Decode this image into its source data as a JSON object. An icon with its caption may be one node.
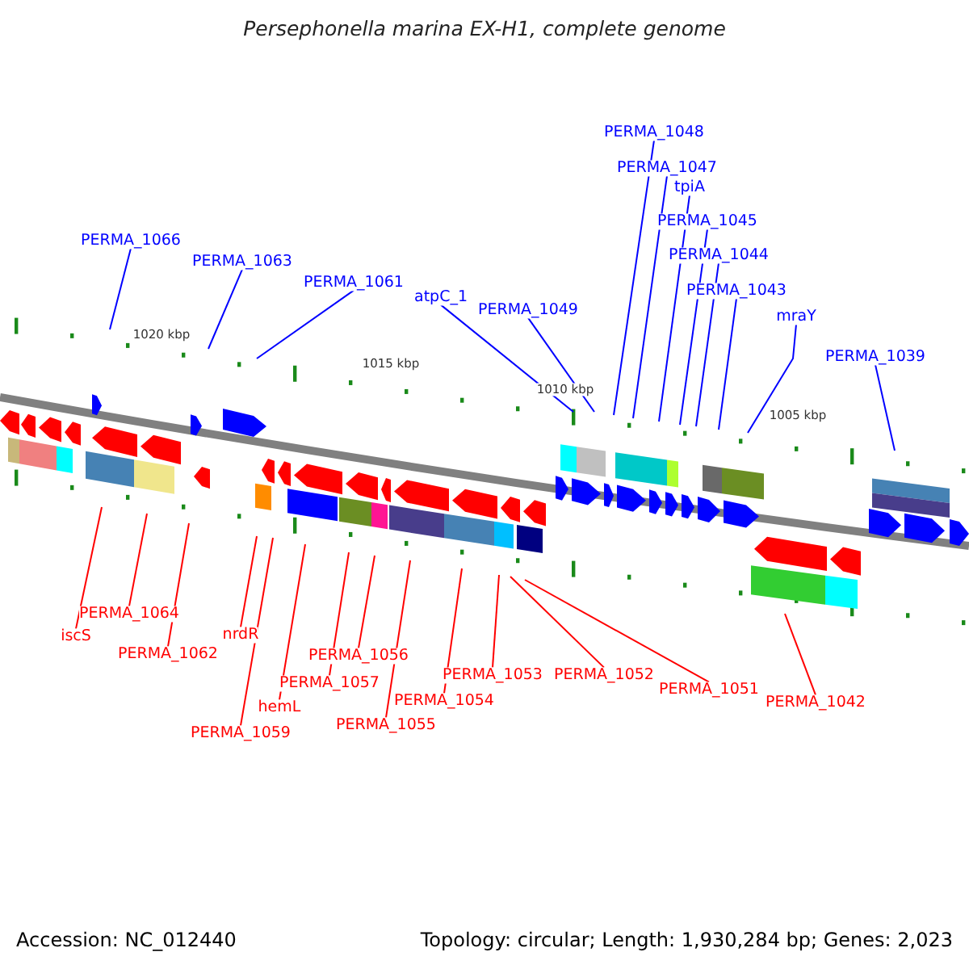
{
  "diagram": {
    "title": "Persephonella marina EX-H1, complete genome",
    "nodes": [
      {
        "text": [
          "PERMA_1048"
        ]
      },
      {
        "text": [
          "PERMA_1047"
        ]
      },
      {
        "text": [
          "tpiA"
        ]
      },
      {
        "text": [
          "PERMA_1045"
        ]
      },
      {
        "text": [
          "PERMA_1066"
        ]
      },
      {
        "text": [
          "PERMA_1044"
        ]
      },
      {
        "text": [
          "PERMA_1063"
        ]
      },
      {
        "text": [
          "PERMA_1061"
        ]
      },
      {
        "text": [
          "PERMA_1043"
        ]
      },
      {
        "text": [
          "atpC_1"
        ]
      },
      {
        "text": [
          "PERMA_1049"
        ]
      },
      {
        "text": [
          "mraY"
        ]
      },
      {
        "text": [
          "PERMA_1039"
        ]
      },
      {
        "text": [
          "PERMA_1064"
        ]
      },
      {
        "text": [
          "nrdR"
        ]
      },
      {
        "text": [
          "iscS"
        ]
      },
      {
        "text": [
          "PERMA_1062"
        ]
      },
      {
        "text": [
          "PERMA_1056"
        ]
      },
      {
        "text": [
          "PERMA_1053"
        ]
      },
      {
        "text": [
          "PERMA_1052"
        ]
      },
      {
        "text": [
          "PERMA_1057"
        ]
      },
      {
        "text": [
          "PERMA_1051"
        ]
      },
      {
        "text": [
          "PERMA_1054"
        ]
      },
      {
        "text": [
          "PERMA_1042"
        ]
      },
      {
        "text": [
          "hemL"
        ]
      },
      {
        "text": [
          "PERMA_1055"
        ]
      },
      {
        "text": [
          "PERMA_1059"
        ]
      }
    ],
    "edges": [
      {
        "from": 0,
        "to": null,
        "arrow": "none",
        "color": "#0000ff"
      },
      {
        "from": 1,
        "to": null,
        "arrow": "none",
        "color": "#0000ff"
      },
      {
        "from": 2,
        "to": null,
        "arrow": "none",
        "color": "#0000ff"
      },
      {
        "from": 3,
        "to": null,
        "arrow": "none",
        "color": "#0000ff"
      },
      {
        "from": 4,
        "to": null,
        "arrow": "none",
        "color": "#0000ff"
      },
      {
        "from": 5,
        "to": null,
        "arrow": "none",
        "color": "#0000ff"
      },
      {
        "from": 6,
        "to": null,
        "arrow": "none",
        "color": "#0000ff"
      },
      {
        "from": 7,
        "to": null,
        "arrow": "none",
        "color": "#0000ff"
      },
      {
        "from": 8,
        "to": null,
        "arrow": "none",
        "color": "#0000ff"
      },
      {
        "from": 9,
        "to": null,
        "arrow": "none",
        "color": "#0000ff"
      },
      {
        "from": 10,
        "to": null,
        "arrow": "none",
        "color": "#0000ff"
      },
      {
        "from": 11,
        "to": null,
        "arrow": "none",
        "color": "#0000ff"
      },
      {
        "from": 12,
        "to": null,
        "arrow": "none",
        "color": "#0000ff"
      },
      {
        "from": 13,
        "to": null,
        "arrow": "none",
        "color": "#ff0000"
      },
      {
        "from": 14,
        "to": null,
        "arrow": "none",
        "color": "#ff0000"
      },
      {
        "from": 15,
        "to": null,
        "arrow": "none",
        "color": "#ff0000"
      },
      {
        "from": 16,
        "to": null,
        "arrow": "none",
        "color": "#ff0000"
      },
      {
        "from": 17,
        "to": null,
        "arrow": "none",
        "color": "#ff0000"
      },
      {
        "from": 18,
        "to": null,
        "arrow": "none",
        "color": "#ff0000"
      },
      {
        "from": 19,
        "to": null,
        "arrow": "none",
        "color": "#ff0000"
      },
      {
        "from": 20,
        "to": null,
        "arrow": "none",
        "color": "#ff0000"
      },
      {
        "from": 21,
        "to": null,
        "arrow": "none",
        "color": "#ff0000"
      },
      {
        "from": 22,
        "to": null,
        "arrow": "none",
        "color": "#ff0000"
      },
      {
        "from": 23,
        "to": null,
        "arrow": "none",
        "color": "#ff0000"
      },
      {
        "from": 24,
        "to": null,
        "arrow": "none",
        "color": "#ff0000"
      },
      {
        "from": 25,
        "to": null,
        "arrow": "none",
        "color": "#ff0000"
      },
      {
        "from": 26,
        "to": null,
        "arrow": "none",
        "color": "#ff0000"
      }
    ],
    "labels": [
      "1020 kbp",
      "1015 kbp",
      "1010 kbp",
      "1005 kbp",
      "Accession: NC_012440",
      "Topology: circular; Length: 1,930,284 bp; Genes: 2,023"
    ]
  }
}
